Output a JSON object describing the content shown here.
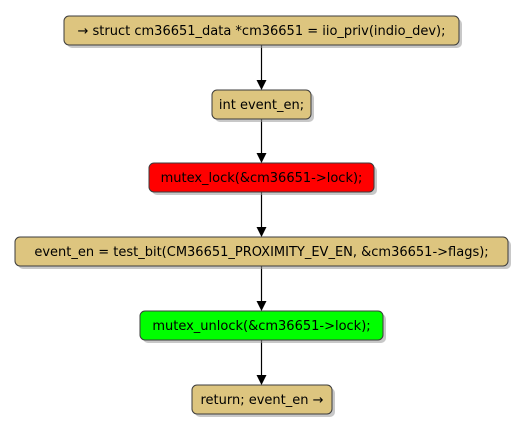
{
  "diagram": {
    "type": "flowchart",
    "direction": "top-to-bottom",
    "nodes": [
      {
        "id": "n1",
        "label": "→ struct cm36651_data *cm36651 = iio_priv(indio_dev);",
        "fill": "#ddc57f"
      },
      {
        "id": "n2",
        "label": "int event_en;",
        "fill": "#ddc57f"
      },
      {
        "id": "n3",
        "label": "mutex_lock(&cm36651->lock);",
        "fill": "#ff0000"
      },
      {
        "id": "n4",
        "label": "event_en = test_bit(CM36651_PROXIMITY_EV_EN, &cm36651->flags);",
        "fill": "#ddc57f"
      },
      {
        "id": "n5",
        "label": "mutex_unlock(&cm36651->lock);",
        "fill": "#00ff00"
      },
      {
        "id": "n6",
        "label": "return; event_en →",
        "fill": "#ddc57f"
      }
    ],
    "edges": [
      {
        "from": "n1",
        "to": "n2"
      },
      {
        "from": "n2",
        "to": "n3"
      },
      {
        "from": "n3",
        "to": "n4"
      },
      {
        "from": "n4",
        "to": "n5"
      },
      {
        "from": "n5",
        "to": "n6"
      }
    ]
  }
}
